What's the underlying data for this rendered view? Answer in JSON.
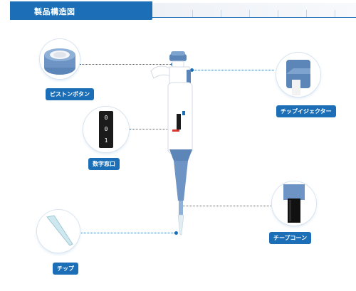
{
  "header": {
    "title": "製品構造図"
  },
  "callouts": {
    "piston_button": "ピストンボタン",
    "tip_ejector": "チップイジェクター",
    "digit_window": "数字窓口",
    "tip_cone": "チープコーン",
    "tip": "チップ"
  },
  "digit_readout": [
    "0",
    "0",
    "1"
  ],
  "colors": {
    "accent": "#1c6fb6",
    "pipette_blue": "#5d86b8",
    "pipette_body": "#ffffff"
  }
}
